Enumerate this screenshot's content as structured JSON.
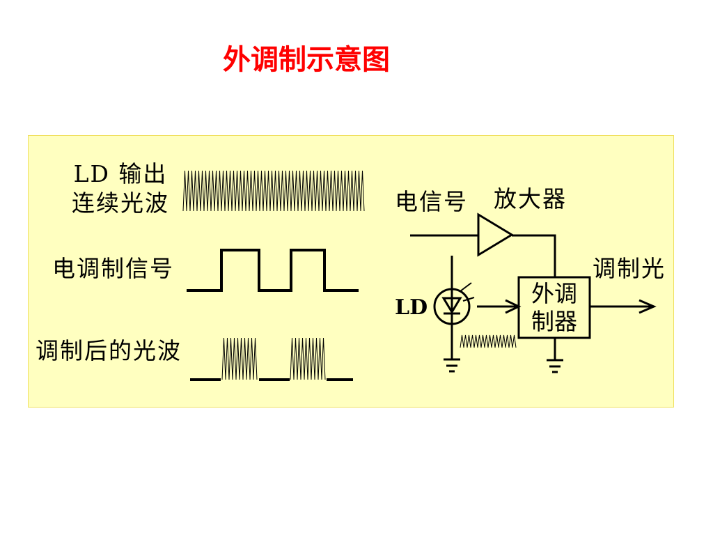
{
  "title": "外调制示意图",
  "colors": {
    "title": "#ff0000",
    "panel_bg": "#ffffc0",
    "ink": "#000000"
  },
  "diagram": {
    "left_labels": {
      "ld_output_line1": "LD 输出",
      "ld_output_line2": "连续光波",
      "electrical_signal": "电调制信号",
      "modulated_wave": "调制后的光波"
    },
    "circuit": {
      "signal_input": "电信号",
      "amplifier": "放大器",
      "modulator_line1": "外调",
      "modulator_line2": "制器",
      "output": "调制光",
      "source": "LD"
    }
  }
}
